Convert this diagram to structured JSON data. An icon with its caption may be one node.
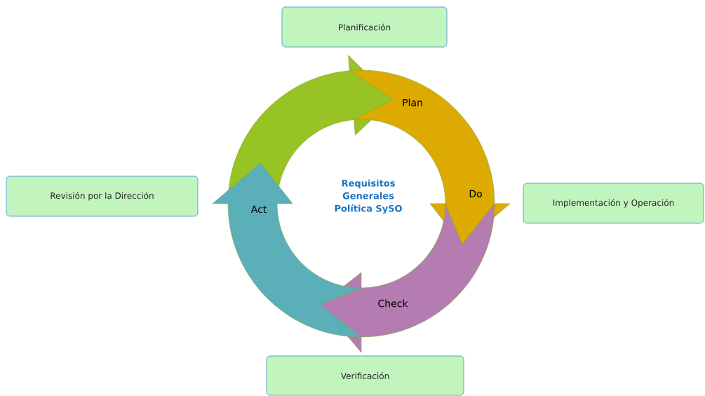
{
  "diagram": {
    "nodes": [
      {
        "text": [
          "Planificación"
        ]
      },
      {
        "text": [
          "Plan"
        ]
      },
      {
        "text": [
          "Revisión por la Dirección"
        ]
      },
      {
        "text": [
          "Requisitos Generales Política SySO"
        ]
      },
      {
        "text": [
          "Do"
        ]
      },
      {
        "text": [
          "Implementación y Operación"
        ]
      },
      {
        "text": [
          "Act"
        ]
      },
      {
        "text": [
          "Check"
        ]
      },
      {
        "text": [
          "Verificación"
        ]
      }
    ],
    "edges": [
      {
        "from": 6,
        "to": 1,
        "arrow": "to",
        "color": "#97c424"
      },
      {
        "from": 1,
        "to": 4,
        "arrow": "to",
        "color": "#dcaa00"
      },
      {
        "from": 4,
        "to": 7,
        "arrow": "to",
        "color": "#b57cb1"
      },
      {
        "from": 7,
        "to": 6,
        "arrow": "to",
        "color": "#5aafb9"
      }
    ]
  }
}
